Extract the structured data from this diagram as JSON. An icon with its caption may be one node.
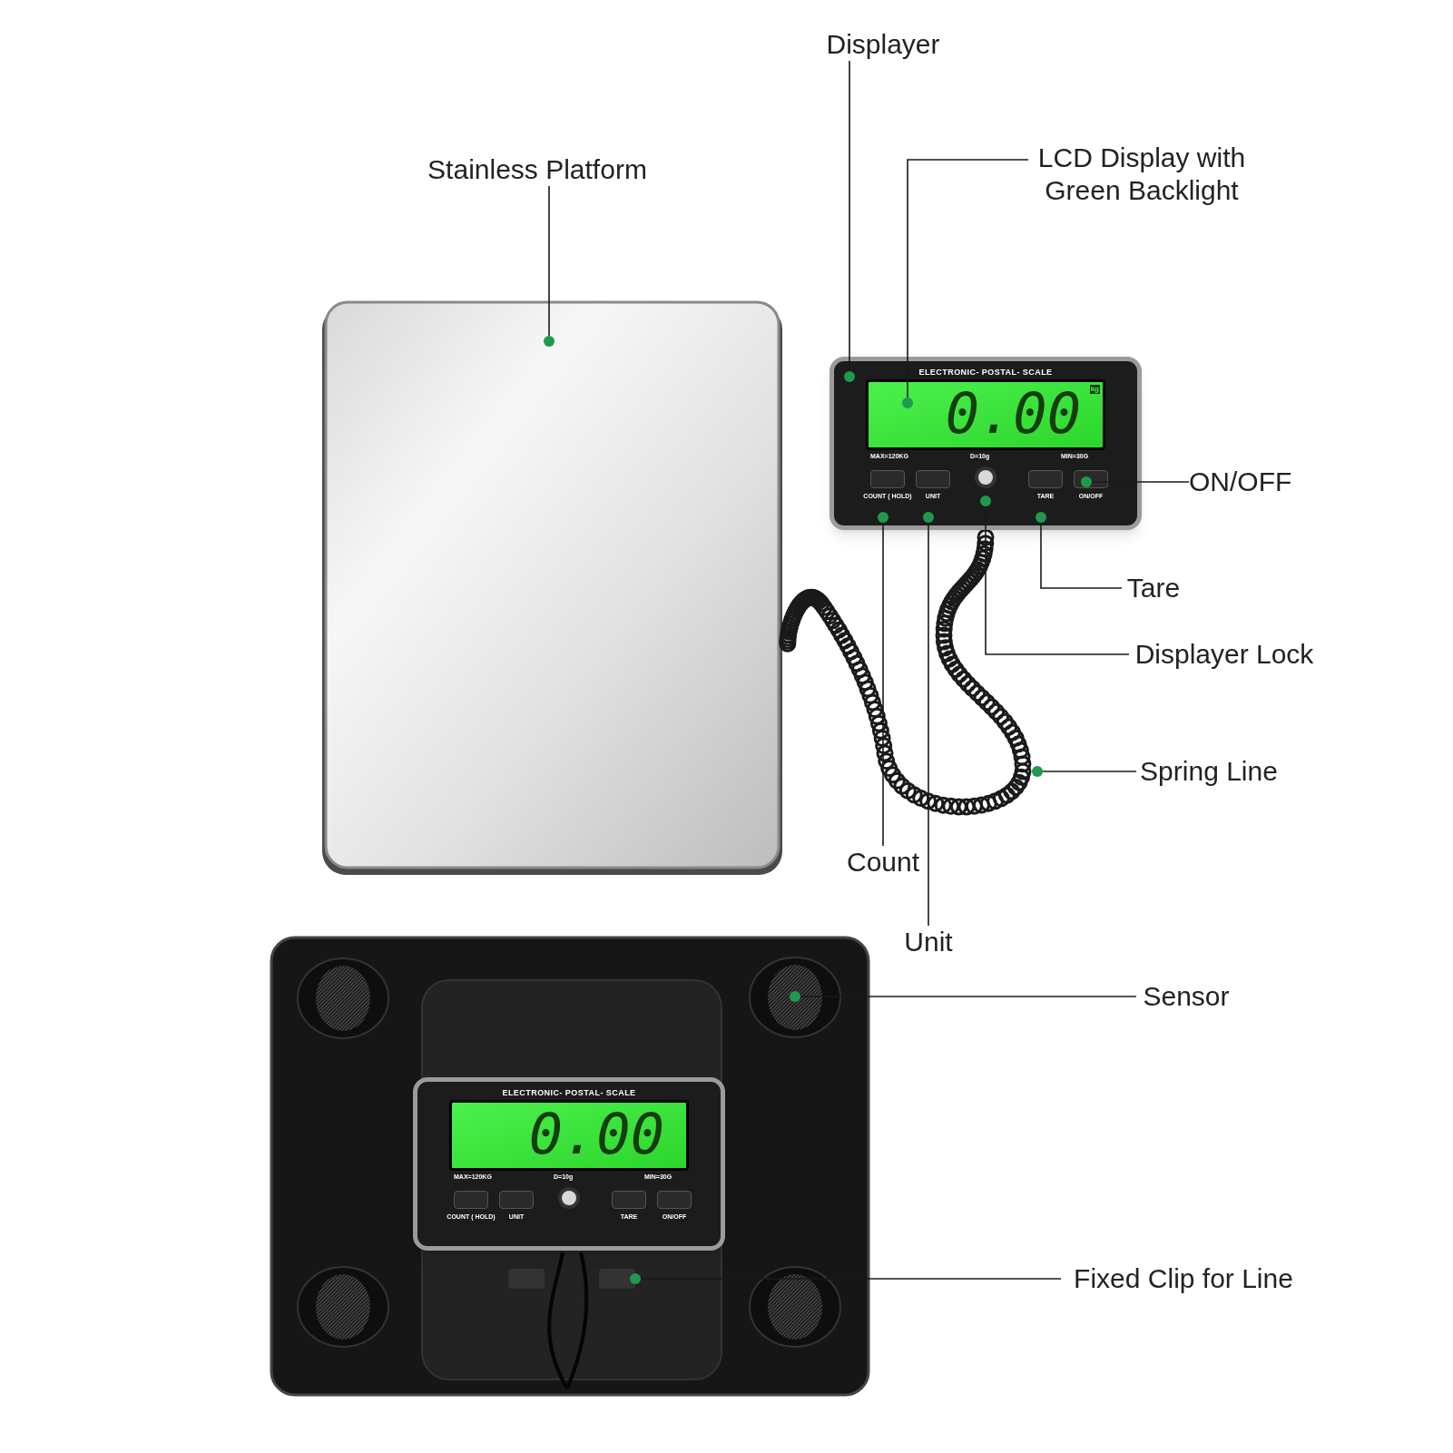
{
  "diagram": {
    "nodes": [
      {
        "text": [
          "Displayer"
        ]
      },
      {
        "text": [],
        "shape": "circle"
      },
      {
        "text": [
          "Stainless Platform"
        ]
      },
      {
        "text": [],
        "shape": "circle"
      },
      {
        "text": [
          "LCD Display with Green Backlight"
        ]
      },
      {
        "text": [],
        "shape": "circle"
      },
      {
        "text": [
          "ON/OFF"
        ]
      },
      {
        "text": [],
        "shape": "circle"
      },
      {
        "text": [
          "Tare"
        ]
      },
      {
        "text": [],
        "shape": "circle"
      },
      {
        "text": [
          "Displayer Lock"
        ]
      },
      {
        "text": [],
        "shape": "circle"
      },
      {
        "text": [
          "Spring Line"
        ]
      },
      {
        "text": [],
        "shape": "circle"
      },
      {
        "text": [
          "Count"
        ]
      },
      {
        "text": [],
        "shape": "circle"
      },
      {
        "text": [
          "Unit"
        ]
      },
      {
        "text": [],
        "shape": "circle"
      },
      {
        "text": [
          "Sensor"
        ]
      },
      {
        "text": [],
        "shape": "circle"
      },
      {
        "text": [
          "Fixed Clip for Line"
        ]
      },
      {
        "text": [],
        "shape": "circle"
      }
    ],
    "edges": [
      {
        "from": 0,
        "to": 1,
        "arrow": "none"
      },
      {
        "from": 2,
        "to": 3,
        "arrow": "none"
      },
      {
        "from": 4,
        "to": 5,
        "arrow": "none"
      },
      {
        "from": 6,
        "to": 7,
        "arrow": "none"
      },
      {
        "from": 8,
        "to": 9,
        "arrow": "none"
      },
      {
        "from": 10,
        "to": 11,
        "arrow": "none"
      },
      {
        "from": 12,
        "to": 13,
        "arrow": "none"
      },
      {
        "from": 14,
        "to": 15,
        "arrow": "none"
      },
      {
        "from": 16,
        "to": 17,
        "arrow": "none"
      },
      {
        "from": 18,
        "to": 19,
        "arrow": "none"
      },
      {
        "from": 20,
        "to": 21,
        "arrow": "none"
      }
    ],
    "labels": [
      "ELECTRONIC- POSTAL- SCALE",
      "0.00",
      "kg",
      "MAX=120KG",
      "D=10g",
      "MIN=30G",
      "COUNT ( HOLD)",
      "UNIT",
      "TARE",
      "ON/OFF",
      "ELECTRONIC- POSTAL- SCALE",
      "0.00",
      "MAX=120KG",
      "D=10g",
      "MIN=30G",
      "COUNT ( HOLD)",
      "UNIT",
      "TARE",
      "ON/OFF"
    ]
  }
}
